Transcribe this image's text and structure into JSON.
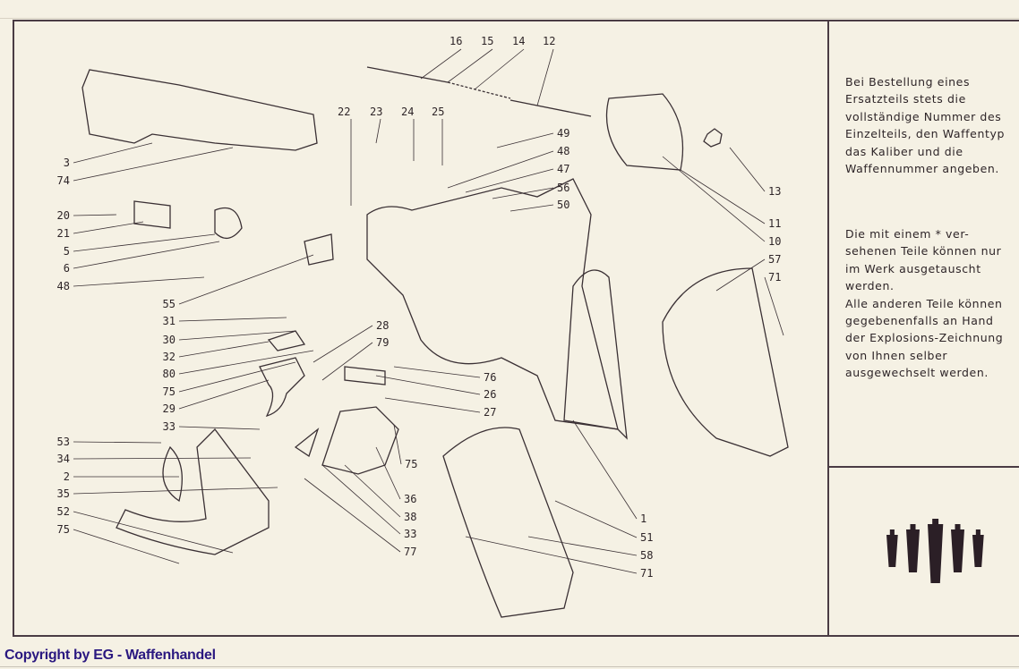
{
  "callouts": [
    "16",
    "15",
    "14",
    "12",
    "22",
    "23",
    "24",
    "25",
    "3",
    "74",
    "20",
    "21",
    "5",
    "6",
    "48",
    "55",
    "31",
    "30",
    "32",
    "80",
    "75",
    "29",
    "33",
    "53",
    "34",
    "2",
    "35",
    "52",
    "75",
    "49",
    "48",
    "47",
    "56",
    "50",
    "28",
    "79",
    "76",
    "26",
    "27",
    "75",
    "36",
    "38",
    "33",
    "77",
    "1",
    "51",
    "58",
    "71",
    "13",
    "11",
    "10",
    "57",
    "71"
  ],
  "notes": {
    "ordering": [
      "Bei Bestellung eines",
      "Ersatzteils stets die",
      "vollständige Nummer des",
      "Einzelteils, den Waffentyp",
      "das Kaliber und die",
      "Waffennummer angeben."
    ],
    "replacement": [
      "Die mit einem * ver-",
      "sehenen Teile können nur",
      "im Werk ausgetauscht",
      "werden.",
      "Alle anderen Teile können",
      "gegebenenfalls an Hand",
      "der Explosions-Zeichnung",
      "von Ihnen selber",
      "ausgewechselt werden."
    ]
  },
  "copyright": "Copyright by EG - Waffenhandel",
  "colors": {
    "ink": "#2e2528",
    "paper": "#f5f1e4",
    "copyright": "#2a1880"
  }
}
